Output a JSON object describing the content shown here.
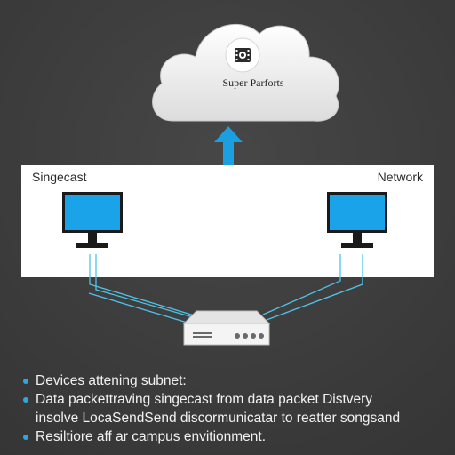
{
  "cloud": {
    "label": "Super Parforts",
    "icon": "film-gear-icon"
  },
  "arrow": {
    "icon": "up-arrow-icon",
    "color": "#1c9fe0"
  },
  "panel": {
    "left_label": "Singecast",
    "right_label": "Network",
    "devices": [
      {
        "icon": "monitor-icon"
      },
      {
        "icon": "monitor-icon"
      }
    ]
  },
  "switch": {
    "icon": "network-switch-icon"
  },
  "bullets": [
    {
      "text": "Devices attening subnet:",
      "bullet": true
    },
    {
      "text": "Data packettraving singecast from data packet Distvery",
      "bullet": true
    },
    {
      "text": "insolve LocaSendSend discormunicatar to reatter songsand",
      "bullet": false
    },
    {
      "text": "Resiltiore aff ar campus envitionment.",
      "bullet": true
    }
  ],
  "colors": {
    "background": "#3e3e3e",
    "accent": "#29a9e0",
    "screen": "#1aa3e8",
    "link": "#4fc3e8"
  }
}
